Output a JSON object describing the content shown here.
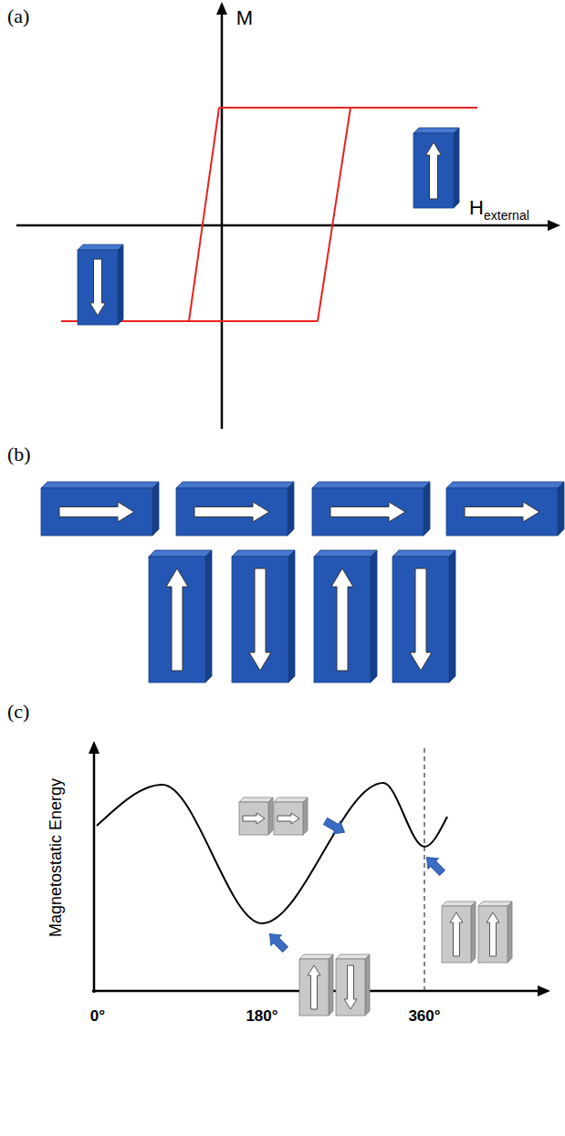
{
  "diagram": {
    "labels": [
      "(a)",
      "M",
      "H",
      "external",
      "(b)",
      "(c)",
      "Magnetostatic Energy",
      "0°",
      "180°",
      "360°"
    ]
  }
}
